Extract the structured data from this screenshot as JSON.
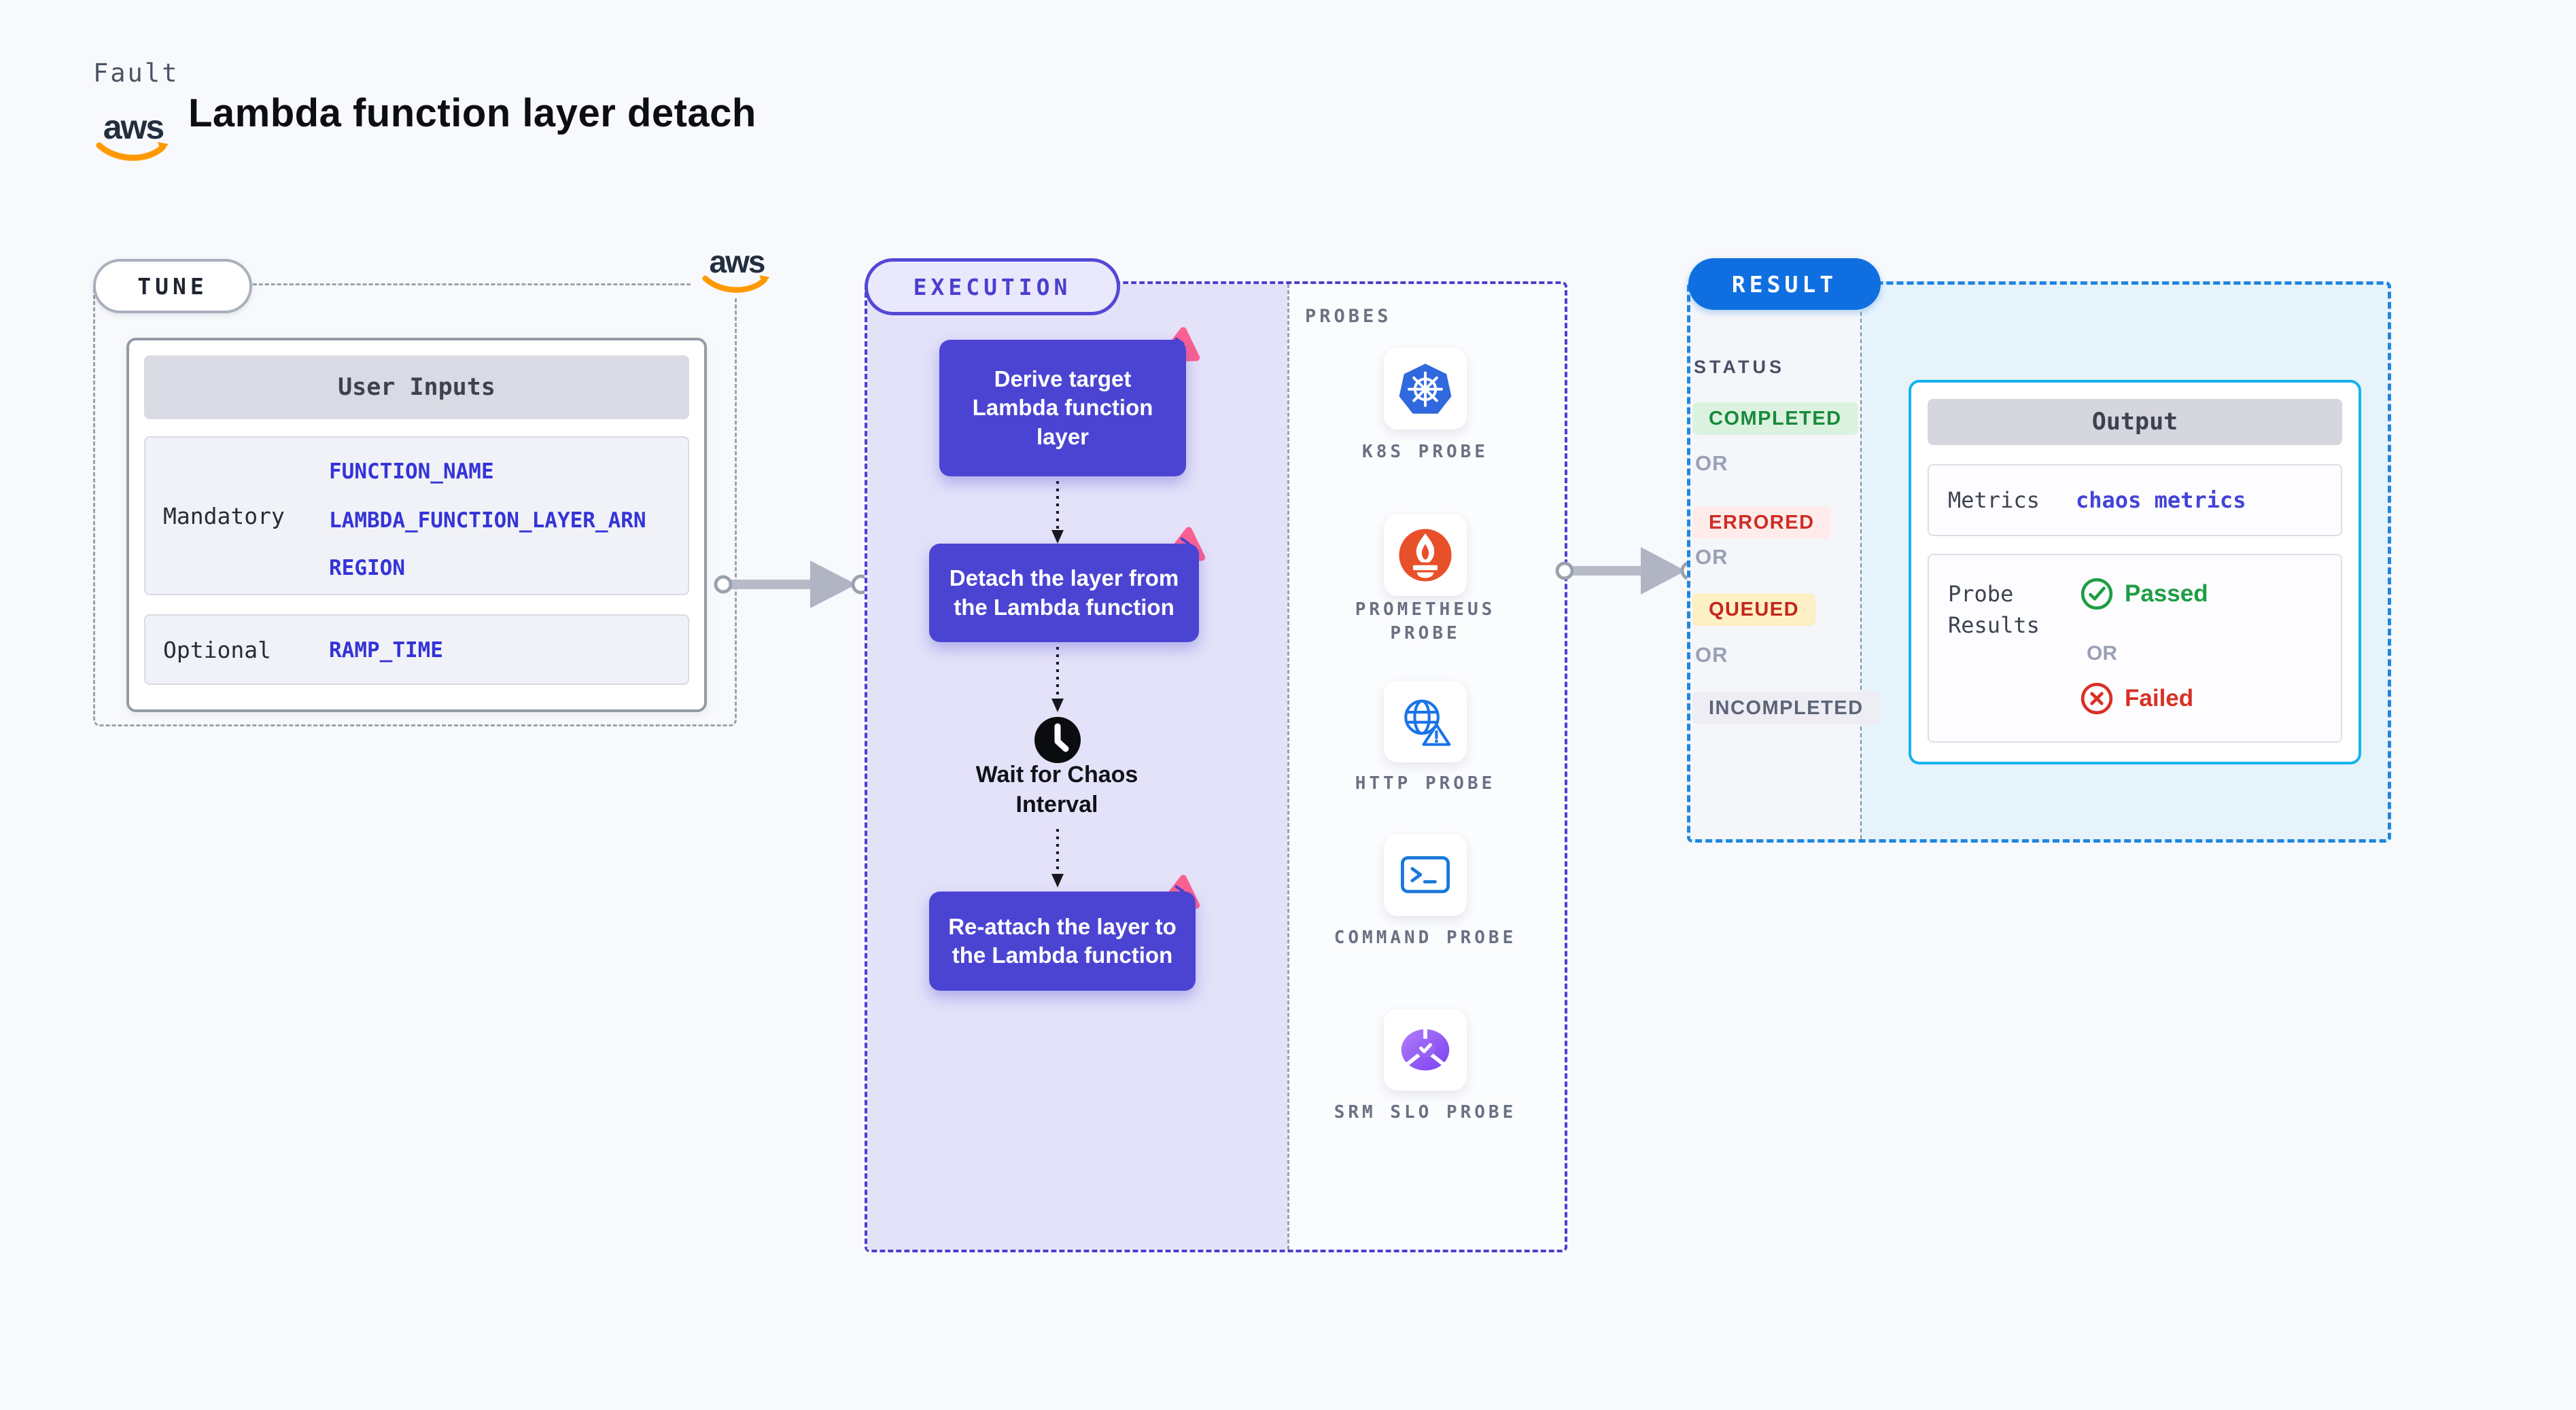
{
  "header": {
    "fault_label": "Fault",
    "title": "Lambda function layer detach",
    "aws_logo_text": "aws"
  },
  "tune": {
    "pill_label": "TUNE",
    "aws_logo_text": "aws",
    "table": {
      "header": "User Inputs",
      "mandatory_label": "Mandatory",
      "mandatory_values": [
        "FUNCTION_NAME",
        "LAMBDA_FUNCTION_LAYER_ARN",
        "REGION"
      ],
      "optional_label": "Optional",
      "optional_values": [
        "RAMP_TIME"
      ]
    }
  },
  "execution": {
    "pill_label": "EXECUTION",
    "steps": [
      "Derive target Lambda function layer",
      "Detach the layer from the Lambda function",
      "Wait for Chaos Interval",
      "Re-attach the layer to the Lambda function"
    ]
  },
  "probes": {
    "heading": "PROBES",
    "items": [
      {
        "icon": "kubernetes-icon",
        "label": "K8S PROBE"
      },
      {
        "icon": "prometheus-icon",
        "label": "PROMETHEUS PROBE"
      },
      {
        "icon": "http-icon",
        "label": "HTTP PROBE"
      },
      {
        "icon": "command-icon",
        "label": "COMMAND PROBE"
      },
      {
        "icon": "srm-slo-icon",
        "label": "SRM SLO PROBE"
      }
    ]
  },
  "result": {
    "pill_label": "RESULT",
    "status_heading": "STATUS",
    "or_label": "OR",
    "statuses": [
      "COMPLETED",
      "ERRORED",
      "QUEUED",
      "INCOMPLETED"
    ],
    "output": {
      "header": "Output",
      "metrics_label": "Metrics",
      "metrics_value": "chaos metrics",
      "probe_results_label": "Probe Results",
      "passed_label": "Passed",
      "or_label": "OR",
      "failed_label": "Failed"
    }
  },
  "colors": {
    "page_bg": "#f8f9fc",
    "accent_indigo": "#4b44d2",
    "execution_border": "#4a40ce",
    "execution_bg": "#e4e2f9",
    "chaos_pink": "#fb6191",
    "aws_orange": "#ff9900",
    "aws_dark": "#232f3e",
    "tune_border": "#9aa2ae",
    "value_blue": "#3434d8",
    "result_border": "#1f86e0",
    "result_pill_bg": "#0f6fe0",
    "result_bg": "#e7f3fb",
    "metrics_link_blue": "#4343da",
    "output_border_cyan": "#12b3ef",
    "status_completed_text": "#1a8a3c",
    "status_completed_bg": "#dcf2e0",
    "status_errored_text": "#cc2e26",
    "status_errored_bg": "#fdecea",
    "status_queued_text": "#c5251d",
    "status_queued_bg": "#fcf0c4",
    "status_incompleted_text": "#5d6477",
    "status_incompleted_bg": "#ededf3",
    "passed_green": "#1f9d44",
    "failed_red": "#d93025",
    "k8s_blue": "#3069de",
    "prometheus_orange": "#e8502a",
    "http_blue": "#1a73e8",
    "command_blue": "#1878d8",
    "srm_purple": "#8a4ff2"
  }
}
